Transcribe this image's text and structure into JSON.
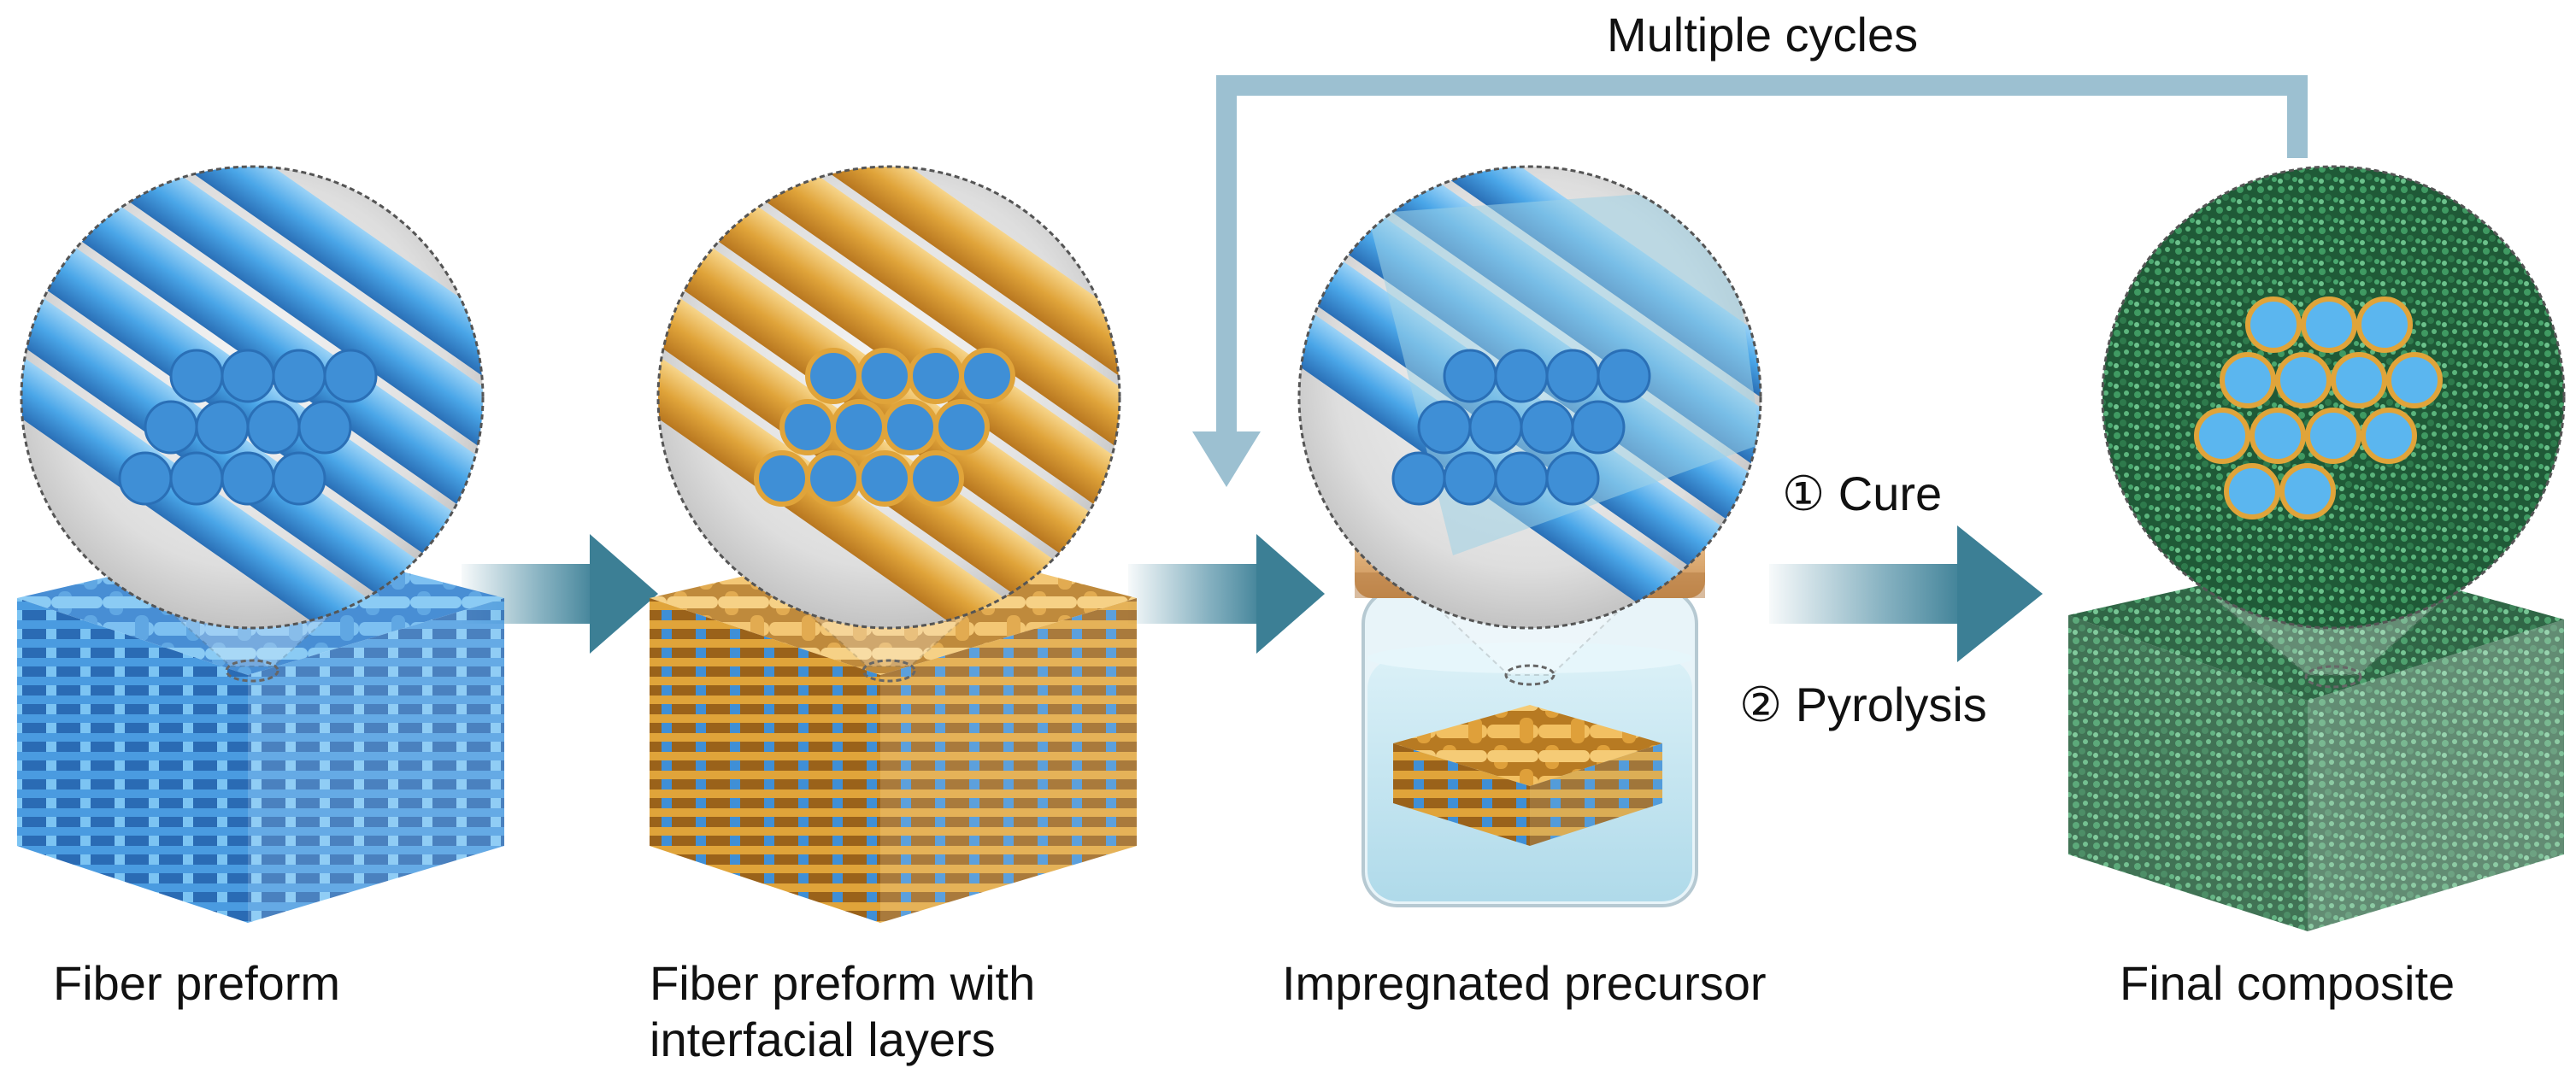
{
  "loop_label": "Multiple cycles",
  "process": {
    "step1": "① Cure",
    "step2": "② Pyrolysis"
  },
  "stages": [
    {
      "label": "Fiber preform"
    },
    {
      "label": "Fiber preform with interfacial layers"
    },
    {
      "label": "Impregnated precursor"
    },
    {
      "label": "Final composite"
    }
  ],
  "colors": {
    "fiber": "#3f8fd6",
    "fiber_end": "#4aa6e8",
    "interfacial_layer": "#e0a43a",
    "composite_matrix": "#2f7a4f",
    "precursor_liquid": "#bfe3ef",
    "jar_lid": "#e3b783",
    "arrow": "#5a95aa",
    "loop_line": "#9cc0d1"
  }
}
